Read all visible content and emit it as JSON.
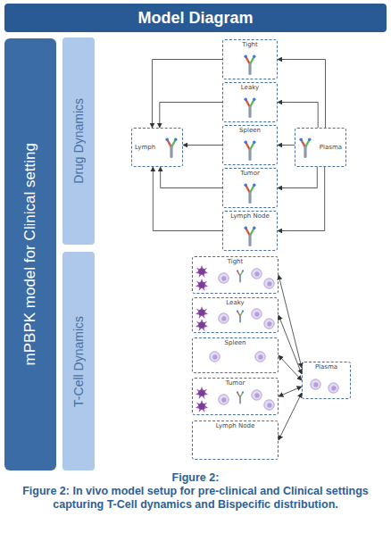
{
  "diagram": {
    "title": "Model Diagram",
    "caption": "Figure 2: In vivo model setup for pre-clinical and Clinical settings capturing T-Cell dynamics and Bispecific distribution.",
    "nodes": [
      {
        "text": [
          "mPBPK model for Clinical setting"
        ]
      },
      {
        "text": [
          "Drug Dynamics"
        ]
      },
      {
        "text": [
          "T-Cell Dynamics"
        ]
      },
      {
        "text": [
          "Tight"
        ]
      },
      {
        "text": [
          "Leaky"
        ]
      },
      {
        "text": [
          "Lymph"
        ]
      },
      {
        "text": [
          "Spleen"
        ]
      },
      {
        "text": [
          "Plasma"
        ]
      },
      {
        "text": [
          "Tumor"
        ]
      },
      {
        "text": [
          "Lymph Node"
        ]
      },
      {
        "text": [
          "Tight"
        ]
      },
      {
        "text": [
          "Leaky"
        ]
      },
      {
        "text": [
          "Spleen"
        ]
      },
      {
        "text": [
          "Plasma"
        ]
      },
      {
        "text": [
          "Tumor"
        ]
      },
      {
        "text": [
          "Lymph Node"
        ]
      }
    ],
    "edges": [
      {
        "from": 7,
        "to": 3,
        "arrow": "to"
      },
      {
        "from": 7,
        "to": 4,
        "arrow": "to"
      },
      {
        "from": 7,
        "to": 6,
        "arrow": "to"
      },
      {
        "from": 7,
        "to": 8,
        "arrow": "to"
      },
      {
        "from": 7,
        "to": 9,
        "arrow": "to"
      },
      {
        "from": 3,
        "to": 5,
        "arrow": "to"
      },
      {
        "from": 4,
        "to": 5,
        "arrow": "to"
      },
      {
        "from": 6,
        "to": 5,
        "arrow": "to"
      },
      {
        "from": 8,
        "to": 5,
        "arrow": "to"
      },
      {
        "from": 9,
        "to": 5,
        "arrow": "to"
      },
      {
        "from": 13,
        "to": 10,
        "arrow": "both"
      },
      {
        "from": 13,
        "to": 11,
        "arrow": "both"
      },
      {
        "from": 13,
        "to": 12,
        "arrow": "both"
      },
      {
        "from": 13,
        "to": 14,
        "arrow": "both"
      },
      {
        "from": 13,
        "to": 15,
        "arrow": "both"
      }
    ],
    "labels": [
      "Figure 2:"
    ]
  }
}
